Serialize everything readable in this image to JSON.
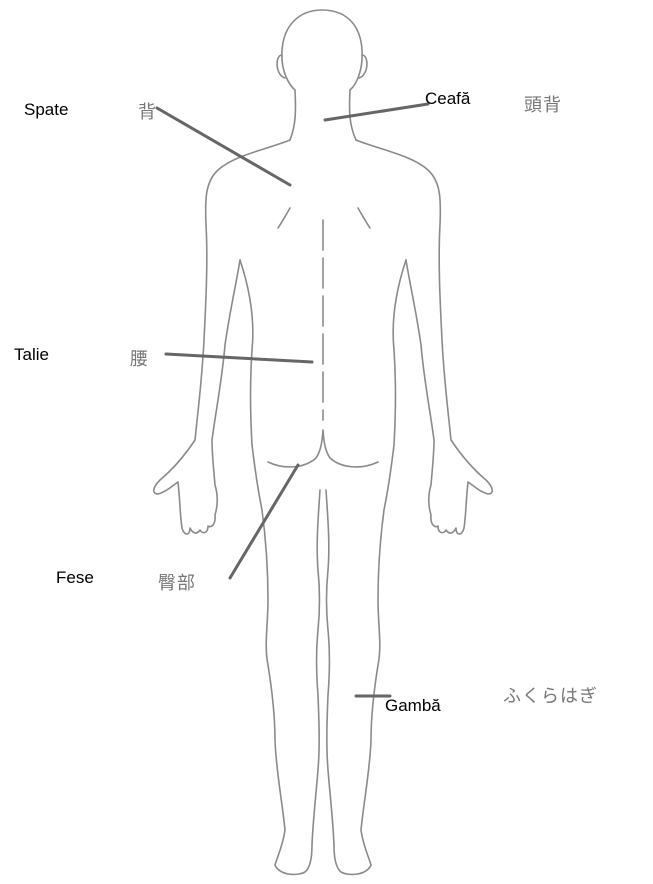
{
  "labels": {
    "spate": {
      "ro": "Spate",
      "jp": "背"
    },
    "ceafa": {
      "ro": "Ceafă",
      "jp": "頭背"
    },
    "talie": {
      "ro": "Talie",
      "jp": "腰"
    },
    "fese": {
      "ro": "Fese",
      "jp": "臀部"
    },
    "gamba": {
      "ro": "Gambă",
      "jp": "ふくらはぎ"
    }
  },
  "colors": {
    "outline": "#8a8a8a",
    "leader": "#666666",
    "text_ro": "#000000",
    "text_jp": "#777777"
  }
}
